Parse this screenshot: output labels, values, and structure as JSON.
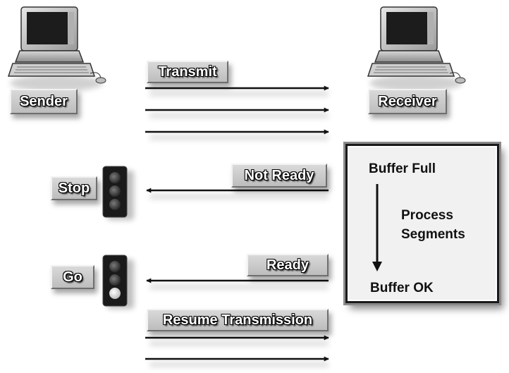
{
  "sender": {
    "label": "Sender"
  },
  "receiver": {
    "label": "Receiver"
  },
  "messages": {
    "transmit": "Transmit",
    "not_ready": "Not Ready",
    "ready": "Ready",
    "resume": "Resume Transmission"
  },
  "signals": {
    "stop": "Stop",
    "go": "Go"
  },
  "receiver_panel": {
    "buffer_full": "Buffer Full",
    "process_line1": "Process",
    "process_line2": "Segments",
    "buffer_ok": "Buffer OK"
  }
}
